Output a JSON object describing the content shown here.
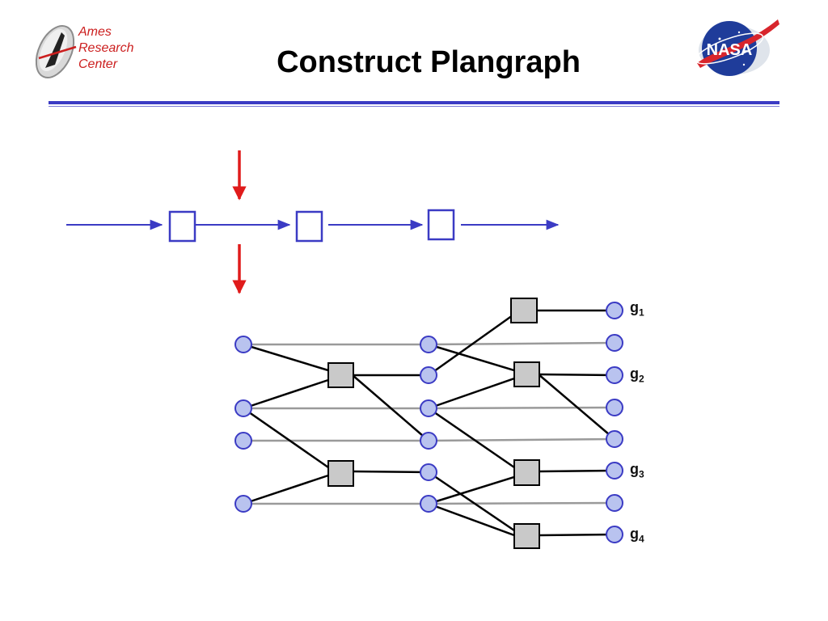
{
  "header": {
    "title": "Construct Plangraph",
    "ames_logo": {
      "icon": "ames-research-center-logo-icon",
      "lines": [
        "Ames",
        "Research",
        "Center"
      ]
    },
    "nasa_logo": {
      "icon": "nasa-meatball-logo-icon",
      "text": "NASA"
    }
  },
  "colors": {
    "accent_blue": "#3b3bc4",
    "arrow_red": "#e01b1b",
    "proposition_fill": "#b9c3ef",
    "proposition_stroke": "#3b3bc4",
    "action_fill": "#c9c9c9",
    "noop_line": "#9a9a9a"
  },
  "goals": [
    {
      "letter": "g",
      "index": "1"
    },
    {
      "letter": "g",
      "index": "2"
    },
    {
      "letter": "g",
      "index": "3"
    },
    {
      "letter": "g",
      "index": "4"
    }
  ]
}
